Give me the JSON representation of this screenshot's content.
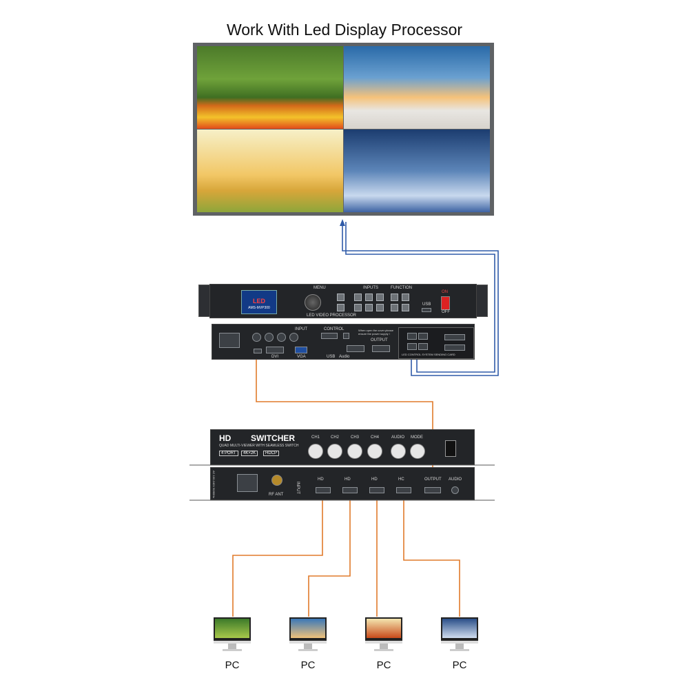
{
  "title": "Work With Led Display Processor",
  "processor": {
    "menu_label": "MENU",
    "inputs_label": "INPUTS",
    "function_label": "FUNCTION",
    "usb_label": "USB",
    "on_label": "ON",
    "off_label": "OFF",
    "screen_logo": "LED",
    "screen_model": "AMS-MVP300",
    "front_caption": "LED VIDEO PROCESSOR",
    "rear_input_label": "INPUT",
    "rear_output_label": "OUTPUT",
    "rear_control_label": "CONTROL",
    "rear_sending_label": "LED CONTROL SYSTEM SENDING CARD",
    "rear_vga_label": "VGA",
    "rear_dvi_label": "DVI",
    "rear_usb_label": "USB",
    "rear_audio_label": "Audio",
    "rear_warning": "When open the cover please ensure the power supply !"
  },
  "switcher": {
    "brand": "HD",
    "name": "SWITCHER",
    "subtitle": "QUAD MULTI-VIEWER WITH SEAMLESS SWITCH",
    "badges": [
      "4 PORT",
      "4K×2K",
      "HDCP"
    ],
    "channels": [
      "CH1",
      "CH2",
      "CH3",
      "CH4"
    ],
    "audio_label": "AUDIO",
    "mode_label": "MODE",
    "rear_input_label": "INPUT",
    "rear_ports": [
      "HD",
      "HD",
      "HD",
      "HC"
    ],
    "rear_output_label": "OUTPUT",
    "rear_audio_label": "AUDIO",
    "rf_label": "RF ANT",
    "power_label": "AC 100-240V 50/60Hz"
  },
  "pcs": [
    {
      "label": "PC"
    },
    {
      "label": "PC"
    },
    {
      "label": "PC"
    },
    {
      "label": "PC"
    }
  ],
  "colors": {
    "hdmi_cable": "#e07a2a",
    "network_cable": "#2f5aa8"
  }
}
